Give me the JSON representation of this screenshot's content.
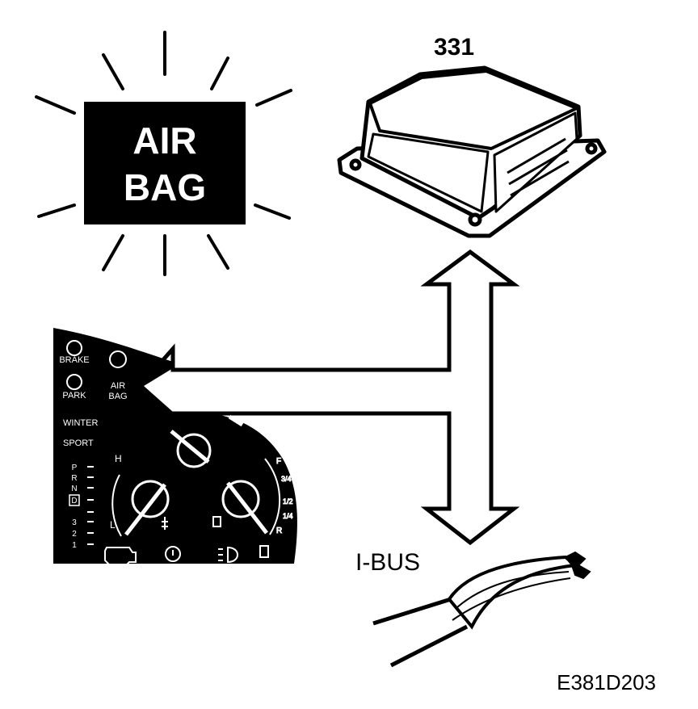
{
  "warning_lamp": {
    "line1": "AIR",
    "line2": "BAG"
  },
  "module": {
    "number": "331"
  },
  "bus": {
    "label": "I-BUS"
  },
  "figure": {
    "code": "E381D203"
  },
  "cluster": {
    "brake": "BRAKE",
    "park": "PARK",
    "airbag_line1": "AIR",
    "airbag_line2": "BAG",
    "winter": "WINTER",
    "sport": "SPORT",
    "gears": [
      "P",
      "R",
      "N",
      "D",
      "3",
      "2",
      "1"
    ],
    "temp_high": "H",
    "temp_low": "L",
    "fuel_marks": [
      "F",
      "3/4",
      "1/2",
      "1/4",
      "R"
    ]
  },
  "colors": {
    "ink": "#000000",
    "paper": "#ffffff"
  }
}
